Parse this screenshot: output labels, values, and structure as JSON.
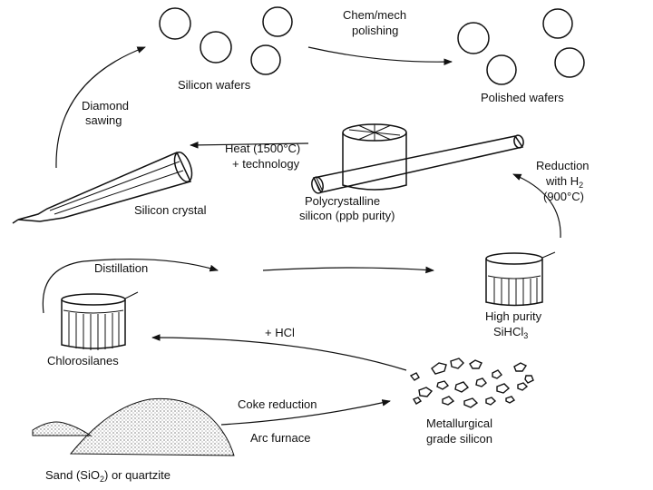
{
  "labels": {
    "silicon_wafers": "Silicon wafers",
    "chem_mech_1": "Chem/mech",
    "chem_mech_2": "polishing",
    "polished_wafers": "Polished wafers",
    "diamond_1": "Diamond",
    "diamond_2": "sawing",
    "heat_1": "Heat (1500°C)",
    "heat_2": "+ technology",
    "reduction_1": "Reduction",
    "reduction_2a": "with H",
    "reduction_2_sub": "2",
    "reduction_3": "(900°C)",
    "silicon_crystal": "Silicon crystal",
    "polysilicon_1": "Polycrystalline",
    "polysilicon_2": "silicon (ppb purity)",
    "distillation": "Distillation",
    "high_purity_1": "High purity",
    "high_purity_2a": "SiHCl",
    "high_purity_2_sub": "3",
    "hcl": "+ HCl",
    "chlorosilanes": "Chlorosilanes",
    "coke": "Coke reduction",
    "arc": "Arc furnace",
    "mg_silicon_1": "Metallurgical",
    "mg_silicon_2": "grade silicon",
    "sand_a": "Sand (SiO",
    "sand_sub": "2",
    "sand_b": ") or quartzite"
  }
}
